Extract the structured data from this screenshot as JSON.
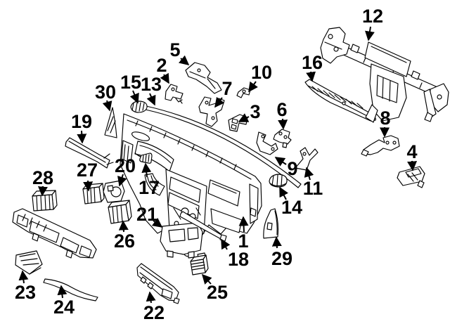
{
  "diagram": {
    "background": "#ffffff",
    "ink": "#000000",
    "callouts": {
      "c1": "1",
      "c2": "2",
      "c3": "3",
      "c4": "4",
      "c5": "5",
      "c6": "6",
      "c7": "7",
      "c8": "8",
      "c9": "9",
      "c10": "10",
      "c11": "11",
      "c12": "12",
      "c13": "13",
      "c14": "14",
      "c15": "15",
      "c16": "16",
      "c17": "17",
      "c18": "18",
      "c19": "19",
      "c20": "20",
      "c21": "21",
      "c22": "22",
      "c23": "23",
      "c24": "24",
      "c25": "25",
      "c26": "26",
      "c27": "27",
      "c28": "28",
      "c29": "29",
      "c30": "30"
    }
  }
}
